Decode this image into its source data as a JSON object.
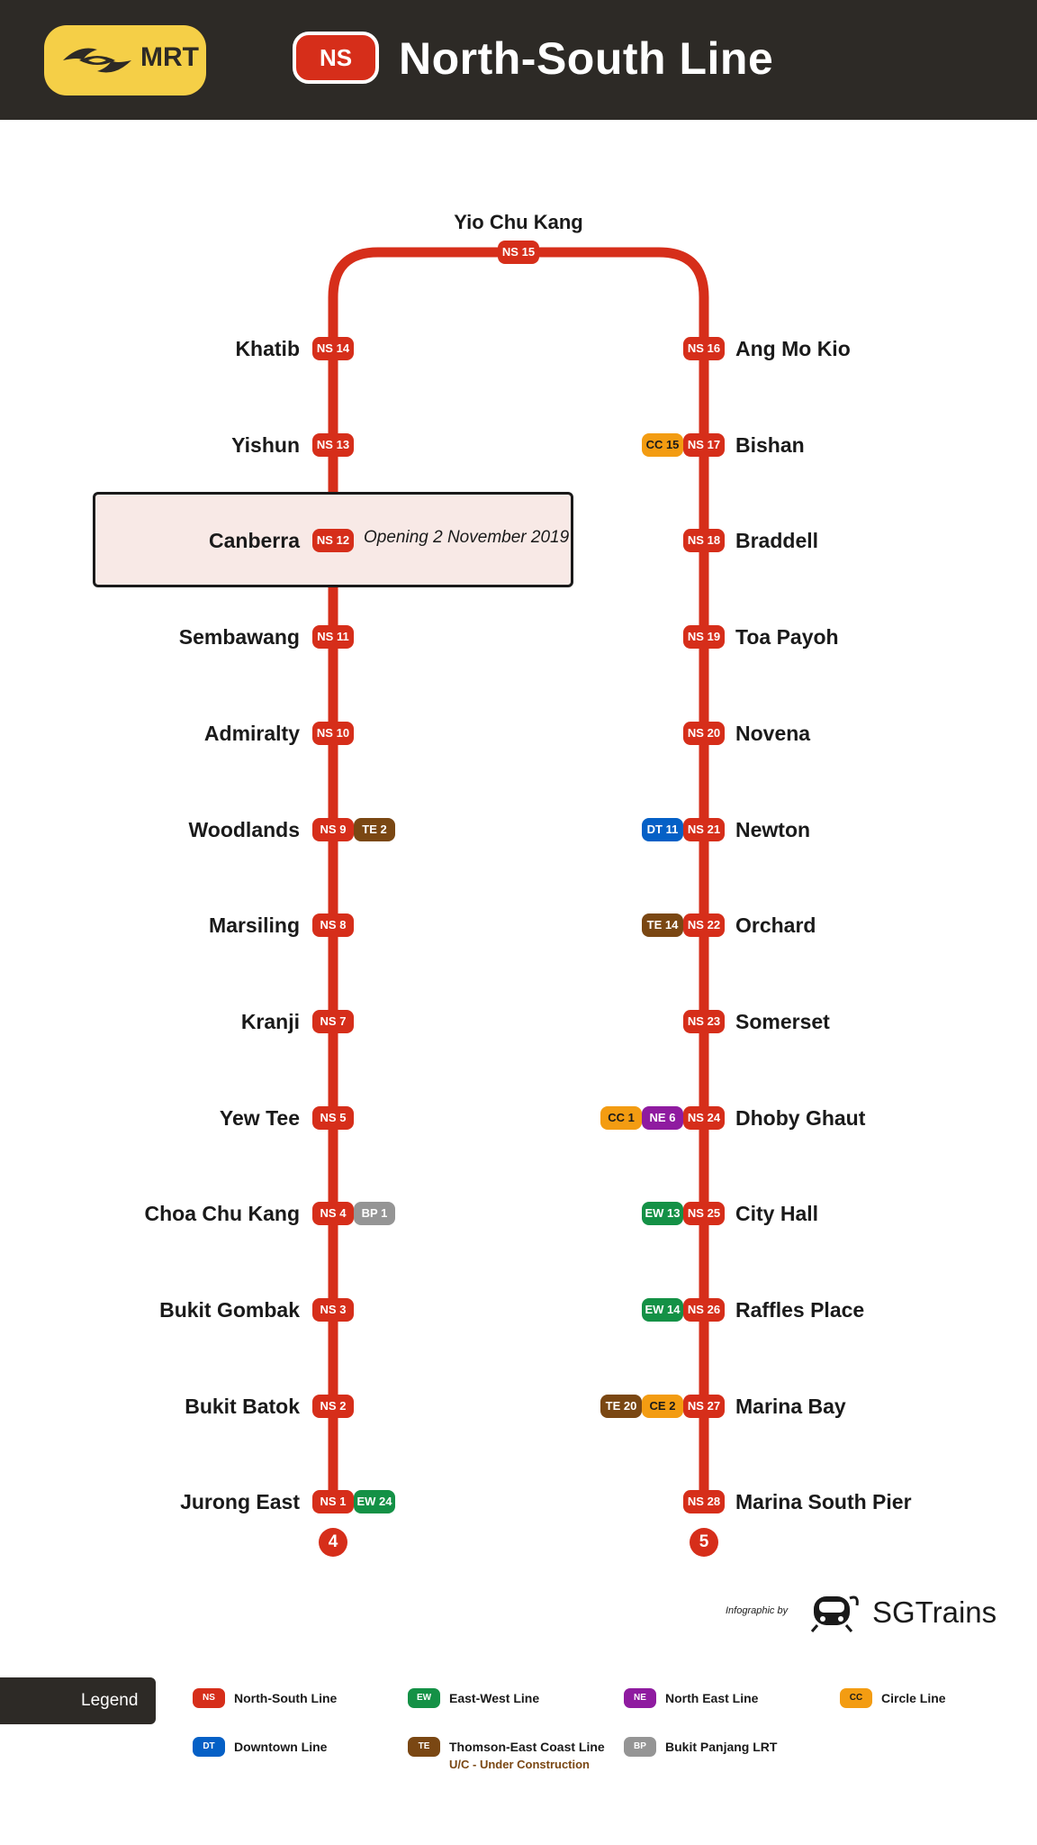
{
  "header": {
    "logo_text": "MRT",
    "line_code": "NS",
    "line_title": "North-South Line",
    "colors": {
      "background": "#2d2a26",
      "logo": "#f5cf47",
      "line": "#d62e1a"
    }
  },
  "top_station": {
    "name": "Yio Chu Kang",
    "code": "NS 15"
  },
  "left_branch": [
    {
      "name": "Khatib",
      "codes": [
        {
          "line": "ns",
          "label": "NS 14"
        }
      ]
    },
    {
      "name": "Yishun",
      "codes": [
        {
          "line": "ns",
          "label": "NS 13"
        }
      ]
    },
    {
      "name": "Canberra",
      "codes": [
        {
          "line": "ns",
          "label": "NS 12"
        }
      ]
    },
    {
      "name": "Sembawang",
      "codes": [
        {
          "line": "ns",
          "label": "NS 11"
        }
      ]
    },
    {
      "name": "Admiralty",
      "codes": [
        {
          "line": "ns",
          "label": "NS 10"
        }
      ]
    },
    {
      "name": "Woodlands",
      "codes": [
        {
          "line": "ns",
          "label": "NS 9"
        },
        {
          "line": "te",
          "label": "TE 2"
        }
      ]
    },
    {
      "name": "Marsiling",
      "codes": [
        {
          "line": "ns",
          "label": "NS 8"
        }
      ]
    },
    {
      "name": "Kranji",
      "codes": [
        {
          "line": "ns",
          "label": "NS 7"
        }
      ]
    },
    {
      "name": "Yew Tee",
      "codes": [
        {
          "line": "ns",
          "label": "NS 5"
        }
      ]
    },
    {
      "name": "Choa Chu Kang",
      "codes": [
        {
          "line": "ns",
          "label": "NS 4"
        },
        {
          "line": "bp",
          "label": "BP 1"
        }
      ]
    },
    {
      "name": "Bukit Gombak",
      "codes": [
        {
          "line": "ns",
          "label": "NS 3"
        }
      ]
    },
    {
      "name": "Bukit Batok",
      "codes": [
        {
          "line": "ns",
          "label": "NS 2"
        }
      ]
    },
    {
      "name": "Jurong East",
      "codes": [
        {
          "line": "ns",
          "label": "NS 1"
        },
        {
          "line": "ew",
          "label": "EW 24"
        }
      ]
    }
  ],
  "right_branch": [
    {
      "name": "Ang Mo Kio",
      "codes": [
        {
          "line": "ns",
          "label": "NS 16"
        }
      ]
    },
    {
      "name": "Bishan",
      "codes": [
        {
          "line": "cc",
          "label": "CC 15"
        },
        {
          "line": "ns",
          "label": "NS 17"
        }
      ]
    },
    {
      "name": "Braddell",
      "codes": [
        {
          "line": "ns",
          "label": "NS 18"
        }
      ]
    },
    {
      "name": "Toa Payoh",
      "codes": [
        {
          "line": "ns",
          "label": "NS 19"
        }
      ]
    },
    {
      "name": "Novena",
      "codes": [
        {
          "line": "ns",
          "label": "NS 20"
        }
      ]
    },
    {
      "name": "Newton",
      "codes": [
        {
          "line": "dt",
          "label": "DT 11"
        },
        {
          "line": "ns",
          "label": "NS 21"
        }
      ]
    },
    {
      "name": "Orchard",
      "codes": [
        {
          "line": "te",
          "label": "TE 14"
        },
        {
          "line": "ns",
          "label": "NS 22"
        }
      ]
    },
    {
      "name": "Somerset",
      "codes": [
        {
          "line": "ns",
          "label": "NS 23"
        }
      ]
    },
    {
      "name": "Dhoby Ghaut",
      "codes": [
        {
          "line": "cc",
          "label": "CC 1"
        },
        {
          "line": "ne",
          "label": "NE 6"
        },
        {
          "line": "ns",
          "label": "NS 24"
        }
      ]
    },
    {
      "name": "City Hall",
      "codes": [
        {
          "line": "ew",
          "label": "EW 13"
        },
        {
          "line": "ns",
          "label": "NS 25"
        }
      ]
    },
    {
      "name": "Raffles Place",
      "codes": [
        {
          "line": "ew",
          "label": "EW 14"
        },
        {
          "line": "ns",
          "label": "NS 26"
        }
      ]
    },
    {
      "name": "Marina Bay",
      "codes": [
        {
          "line": "te",
          "label": "TE 20"
        },
        {
          "line": "cc",
          "label": "CE 2"
        },
        {
          "line": "ns",
          "label": "NS 27"
        }
      ]
    },
    {
      "name": "Marina South Pier",
      "codes": [
        {
          "line": "ns",
          "label": "NS 28"
        }
      ]
    }
  ],
  "opening_note": "Opening 2 November 2019",
  "end_markers": {
    "left": "4",
    "right": "5"
  },
  "credit": {
    "label": "Infographic by",
    "brand": "SGTrains"
  },
  "legend": {
    "title": "Legend",
    "items": [
      {
        "chip": "NS",
        "line": "ns",
        "label": "North-South Line"
      },
      {
        "chip": "EW",
        "line": "ew",
        "label": "East-West Line"
      },
      {
        "chip": "NE",
        "line": "ne",
        "label": "North East Line"
      },
      {
        "chip": "CC",
        "line": "cc",
        "label": "Circle Line"
      },
      {
        "chip": "DT",
        "line": "dt",
        "label": "Downtown Line"
      },
      {
        "chip": "TE",
        "line": "te",
        "label": "Thomson-East Coast Line"
      },
      {
        "chip": "BP",
        "line": "bp",
        "label": "Bukit Panjang LRT"
      }
    ],
    "note": "U/C - Under Construction"
  }
}
